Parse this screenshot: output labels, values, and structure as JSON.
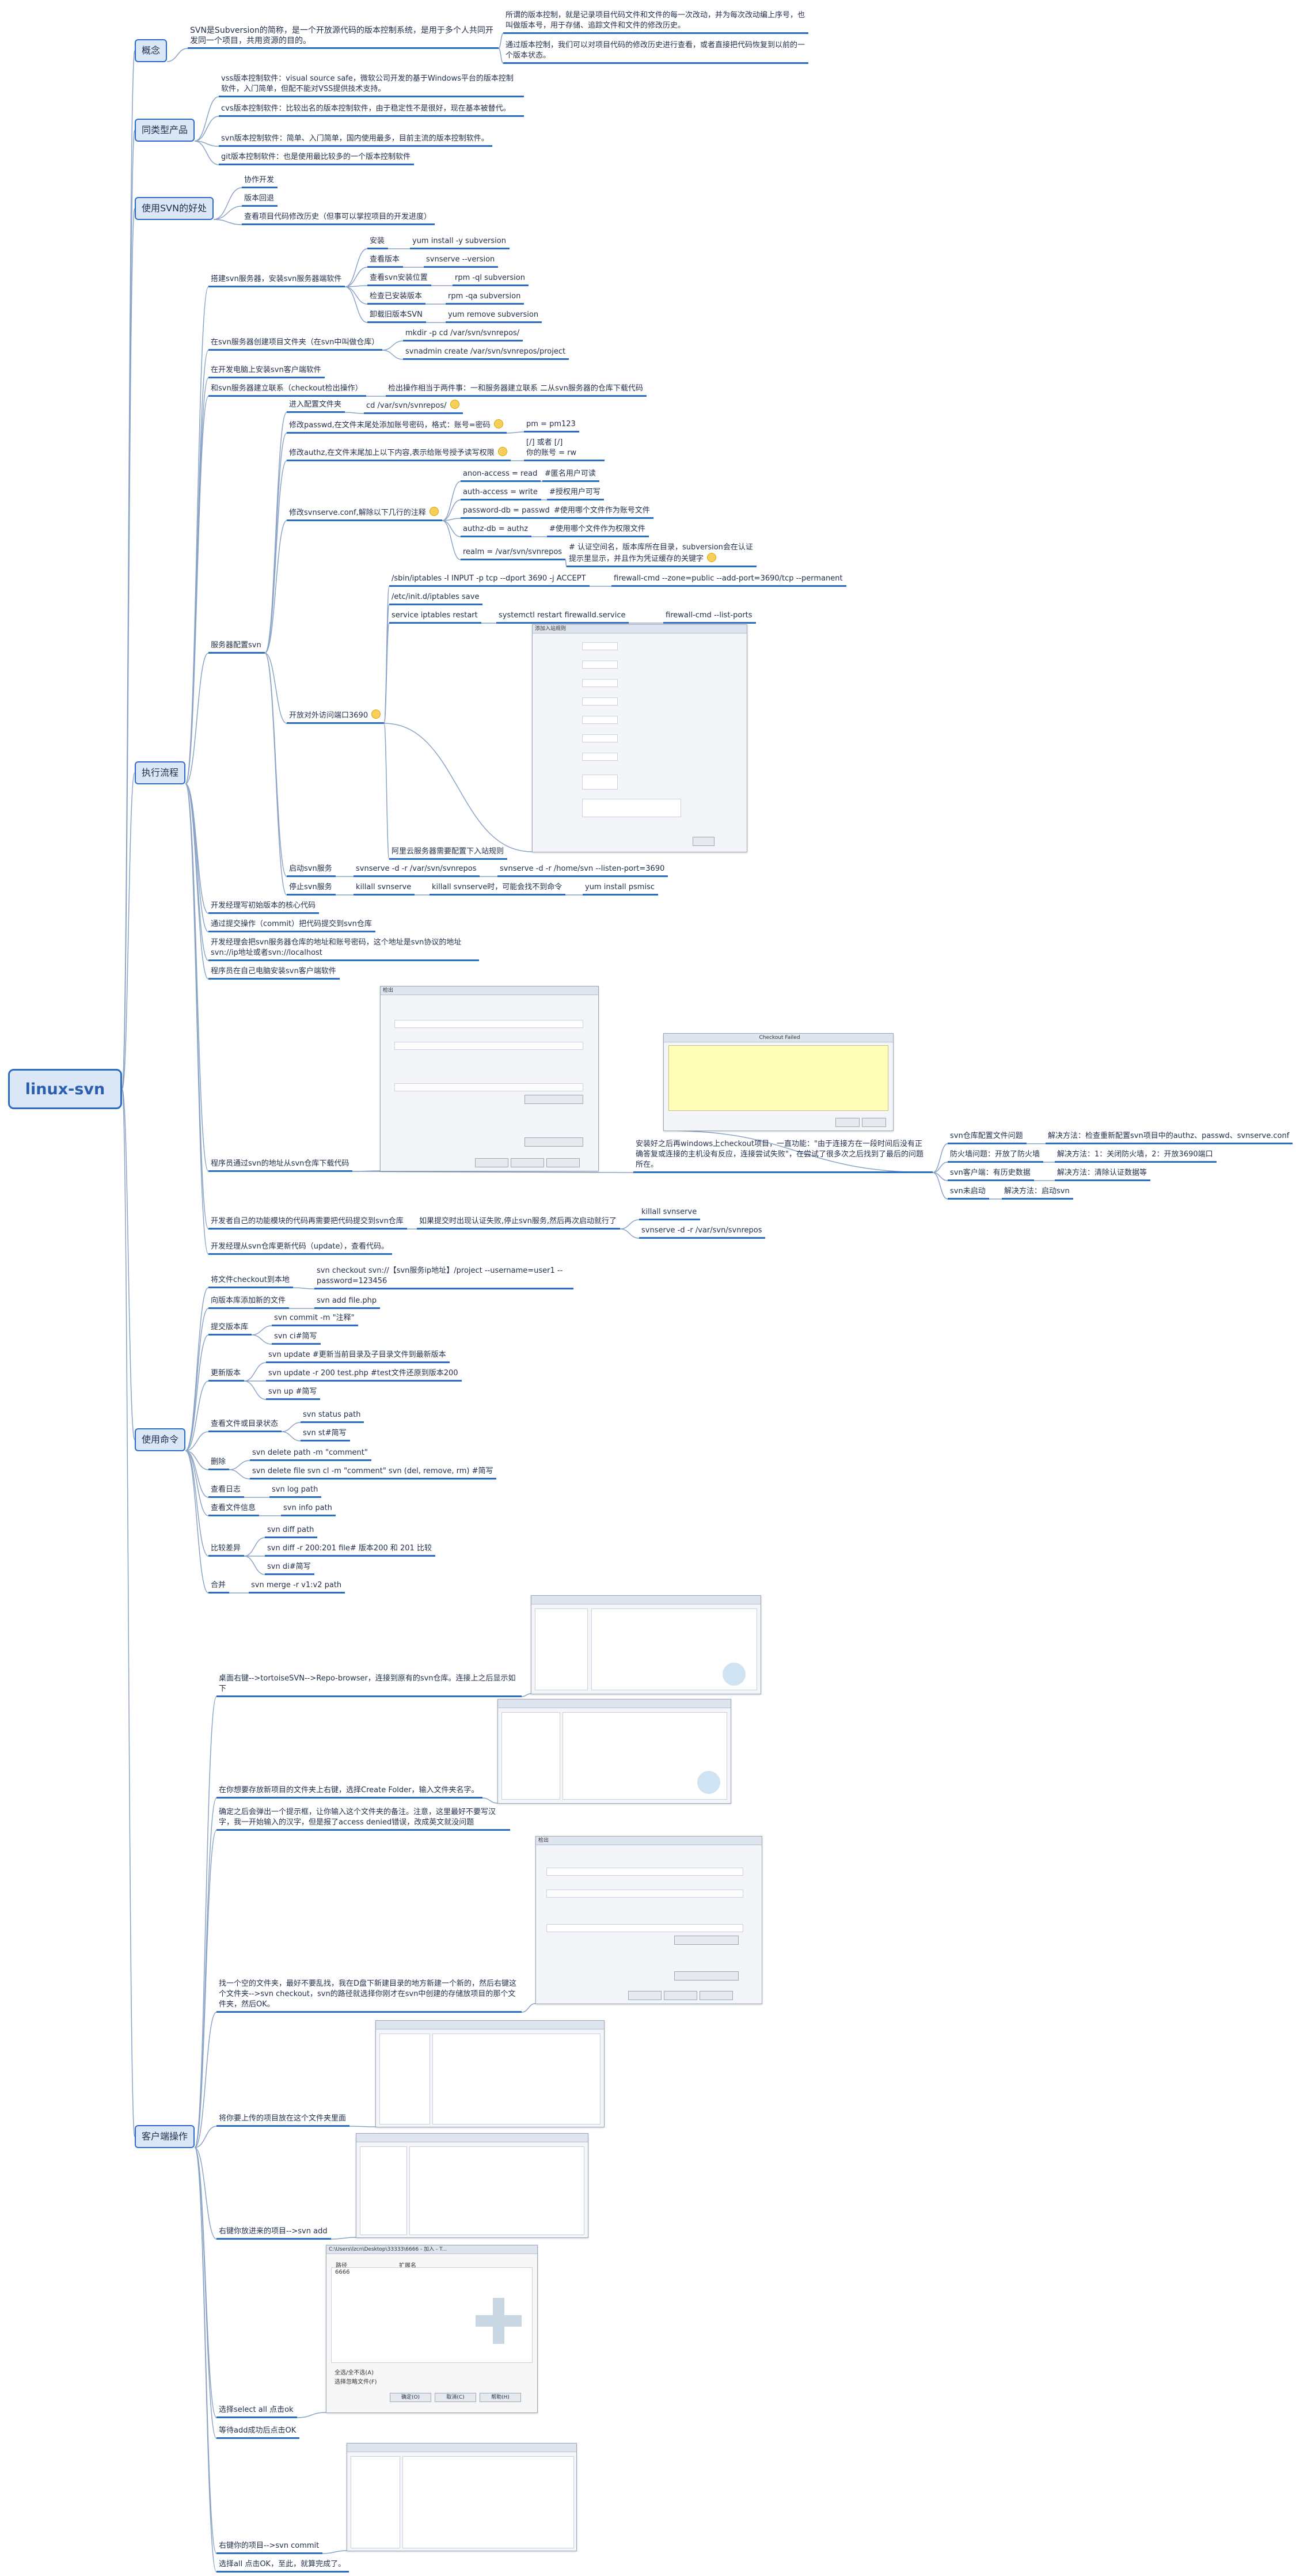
{
  "root": "linux-svn",
  "branches": {
    "concept": "概念",
    "similar": "同类型产品",
    "benefits": "使用SVN的好处",
    "process": "执行流程",
    "commands": "使用命令",
    "client": "客户端操作"
  },
  "concept": {
    "svn": "SVN是Subversion的简称，是一个开放源代码的版本控制系统，是用于多个人共同开发同一个项目，共用资源的目的。",
    "points": [
      "所谓的版本控制，就是记录项目代码文件和文件的每一次改动，并为每次改动编上序号，也叫做版本号，用于存储、追踪文件和文件的修改历史。",
      "通过版本控制，我们可以对项目代码的修改历史进行查看，或者直接把代码恢复到以前的一个版本状态。"
    ]
  },
  "similar": [
    "vss版本控制软件：visual source safe，微软公司开发的基于Windows平台的版本控制软件，入门简单，但配不能对VSS提供技术支持。",
    "cvs版本控制软件：比较出名的版本控制软件，由于稳定性不是很好，现在基本被替代。",
    "svn版本控制软件：简单、入门简单，国内使用最多，目前主流的版本控制软件。",
    "git版本控制软件：也是使用最比较多的一个版本控制软件"
  ],
  "benefits": [
    "协作开发",
    "版本回退",
    "查看项目代码修改历史（但事可以掌控项目的开发进度）"
  ],
  "process": {
    "install_title": "搭建svn服务器，安装svn服务器端软件",
    "install": [
      {
        "k": "安装",
        "v": "yum install -y subversion"
      },
      {
        "k": "查看版本",
        "v": "svnserve --version"
      },
      {
        "k": "查看svn安装位置",
        "v": "rpm -ql subversion"
      },
      {
        "k": "检查已安装版本",
        "v": "rpm -qa subversion"
      },
      {
        "k": "卸载旧版本SVN",
        "v": "yum remove subversion"
      }
    ],
    "repo_title": "在svn服务器创建项目文件夹（在svn中叫做仓库）",
    "repo": [
      "mkdir -p  cd /var/svn/svnrepos/",
      "svnadmin create /var/svn/svnrepos/project"
    ],
    "dev_install": "在开发电脑上安装svn客户端软件",
    "checkout_link": "和svn服务器建立联系（checkout检出操作）",
    "checkout_note": "检出操作相当于两件事：一和服务器建立联系 二从svn服务器的仓库下载代码",
    "server_config": "服务器配置svn",
    "enter_conf": "进入配置文件夹",
    "enter_conf_cmd": "cd /var/svn/svnrepos/",
    "passwd": "修改passwd,在文件末尾处添加账号密码，格式：账号=密码",
    "passwd_ex": "pm = pm123",
    "authz": "修改authz,在文件末尾加上以下内容,表示给账号授予读写权限",
    "authz_ex": "[/]   或者  [/]\n你的账号 = rw",
    "svnserve": "修改svnserve.conf,解除以下几行的注释",
    "svnserve_items": [
      {
        "k": "anon-access = read",
        "v": "#匿名用户可读"
      },
      {
        "k": "auth-access = write",
        "v": "#授权用户可写"
      },
      {
        "k": "password-db = passwd",
        "v": "#使用哪个文件作为账号文件"
      },
      {
        "k": "authz-db = authz",
        "v": "#使用哪个文件作为权限文件"
      },
      {
        "k": "realm = /var/svn/svnrepos",
        "v": "# 认证空间名，版本库所在目录，subversion会在认证提示里显示，并且作为凭证缓存的关键字"
      }
    ],
    "port": "开放对外访问端口3690",
    "port_items": [
      {
        "k": "/sbin/iptables -I INPUT -p tcp --dport 3690 -j ACCEPT",
        "v": "firewall-cmd --zone=public --add-port=3690/tcp --permanent"
      },
      {
        "k": "/etc/init.d/iptables save",
        "v": ""
      },
      {
        "k": "service iptables restart",
        "v": "systemctl restart firewalld.service"
      },
      {
        "k": "",
        "v": "firewall-cmd --list-ports"
      }
    ],
    "port_cloud": "阿里云服务器需要配置下入站规则",
    "start": "启动svn服务",
    "start_cmds": [
      "svnserve -d -r /var/svn/svnrepos",
      "svnserve -d -r /home/svn --listen-port=3690"
    ],
    "stop": "停止svn服务",
    "stop_cmds": [
      "killall svnserve",
      "killall svnserve时，可能会找不到命令",
      "yum install psmisc"
    ],
    "steps": [
      "开发经理写初始版本的核心代码",
      "通过提交操作（commit）把代码提交到svn仓库",
      "开发经理会把svn服务器仓库的地址和账号密码，这个地址是svn协议的地址 svn://ip地址或者svn://localhost",
      "程序员在自己电脑安装svn客户端软件",
      "程序员通过svn的地址从svn仓库下载代码"
    ],
    "checkout_note2": "安装好之后再windows上checkout项目，一直功能：\"由于连接方在一段时间后没有正确答复或连接的主机没有反应，连接尝试失败\"，在尝试了很多次之后找到了最后的问题所在。",
    "fix": [
      {
        "k": "svn仓库配置文件问题",
        "v": "解决方法：检查重新配置svn项目中的authz、passwd、svnserve.conf"
      },
      {
        "k": "防火墙问题：开放了防火墙",
        "v": "解决方法：1：关闭防火墙，2：开放3690端口"
      },
      {
        "k": "svn客户端：有历史数据",
        "v": "解决方法：清除认证数据等"
      },
      {
        "k": "svn未启动",
        "v": "解决方法：启动svn"
      }
    ],
    "commit_own": "开发者自己的功能模块的代码再需要把代码提交到svn仓库",
    "commit_note": "如果提交时出现认证失败,停止svn服务,然后再次启动就行了",
    "kill": [
      "killall svnserve",
      "svnserve -d -r /var/svn/svnrepos"
    ],
    "update": "开发经理从svn仓库更新代码（update），查看代码。"
  },
  "commands": [
    {
      "k": "将文件checkout到本地",
      "v": [
        "svn checkout svn://【svn服务ip地址】/project --username=user1 --password=123456"
      ]
    },
    {
      "k": "向版本库添加新的文件",
      "v": [
        "svn add file.php"
      ]
    },
    {
      "k": "提交版本库",
      "v": [
        "svn commit -m \"注释\"",
        "svn ci#简写"
      ]
    },
    {
      "k": "更新版本",
      "v": [
        "svn update #更新当前目录及子目录文件到最新版本",
        "svn update -r 200 test.php #test文件还原到版本200",
        "svn up #简写"
      ]
    },
    {
      "k": "查看文件或目录状态",
      "v": [
        "svn status path",
        "svn st#简写"
      ]
    },
    {
      "k": "删除",
      "v": [
        "svn delete path -m \"comment\"",
        "svn delete file svn cl -m \"comment\" svn (del, remove, rm) #简写"
      ]
    },
    {
      "k": "查看日志",
      "v": [
        "svn log path"
      ]
    },
    {
      "k": "查看文件信息",
      "v": [
        "svn info path"
      ]
    },
    {
      "k": "比较差异",
      "v": [
        "svn diff path",
        "svn diff -r 200:201 file# 版本200 和 201 比较",
        "svn di#简写"
      ]
    },
    {
      "k": "合并",
      "v": [
        "svn merge -r v1:v2 path"
      ]
    }
  ],
  "client": [
    "桌面右键-->tortoiseSVN-->Repo-browser，连接到原有的svn仓库。连接上之后显示如下",
    "在你想要存放新项目的文件夹上右键，选择Create Folder，输入文件夹名字。",
    "确定之后会弹出一个提示框，让你输入这个文件夹的备注。注意，这里最好不要写汉字，我一开始输入的汉字，但是报了access denied错误，改成英文就没问题",
    "找一个空的文件夹，最好不要乱找，我在D盘下新建目录的地方新建一个新的，然后右键这个文件夹-->svn checkout，svn的路径就选择你刚才在svn中创建的存储放项目的那个文件夹，然后OK。",
    "将你要上传的项目放在这个文件夹里面",
    "右键你放进来的项目-->svn add",
    "选择select all 点击ok",
    "等待add成功后点击OK",
    "右键你的项目-->svn commit",
    "选择all 点击OK，至此，就算完成了。"
  ],
  "shots": {
    "inbound_title": "添加入站规则",
    "checkout_title": "检出",
    "checkout_fail": "Checkout Failed",
    "add_title": "C:\\Users\\lzcn\\Desktop\\33333\\6666 - 加入 - T...",
    "add_cols": [
      "路径",
      "扩展名"
    ],
    "add_item": "6666",
    "add_checks": [
      "全选/全不选(A)",
      "选择忽略文件(F)"
    ],
    "add_buttons": [
      "确定(O)",
      "取消(C)",
      "帮助(H)"
    ]
  }
}
